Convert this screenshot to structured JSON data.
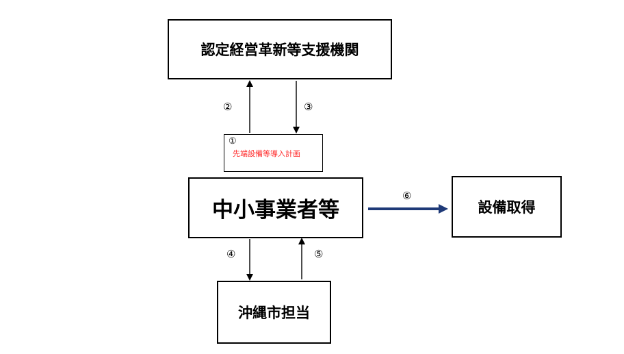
{
  "nodes": {
    "agency": "認定経営革新等支援機関",
    "plan_number": "①",
    "plan_label": "先端設備等導入計画",
    "sme": "中小事業者等",
    "equipment": "設備取得",
    "city": "沖縄市担当"
  },
  "steps": {
    "s2": "②",
    "s3": "③",
    "s4": "④",
    "s5": "⑤",
    "s6": "⑥"
  },
  "colors": {
    "plan_label": "#ff2a2a",
    "arrow_6": "#1f3a78"
  }
}
